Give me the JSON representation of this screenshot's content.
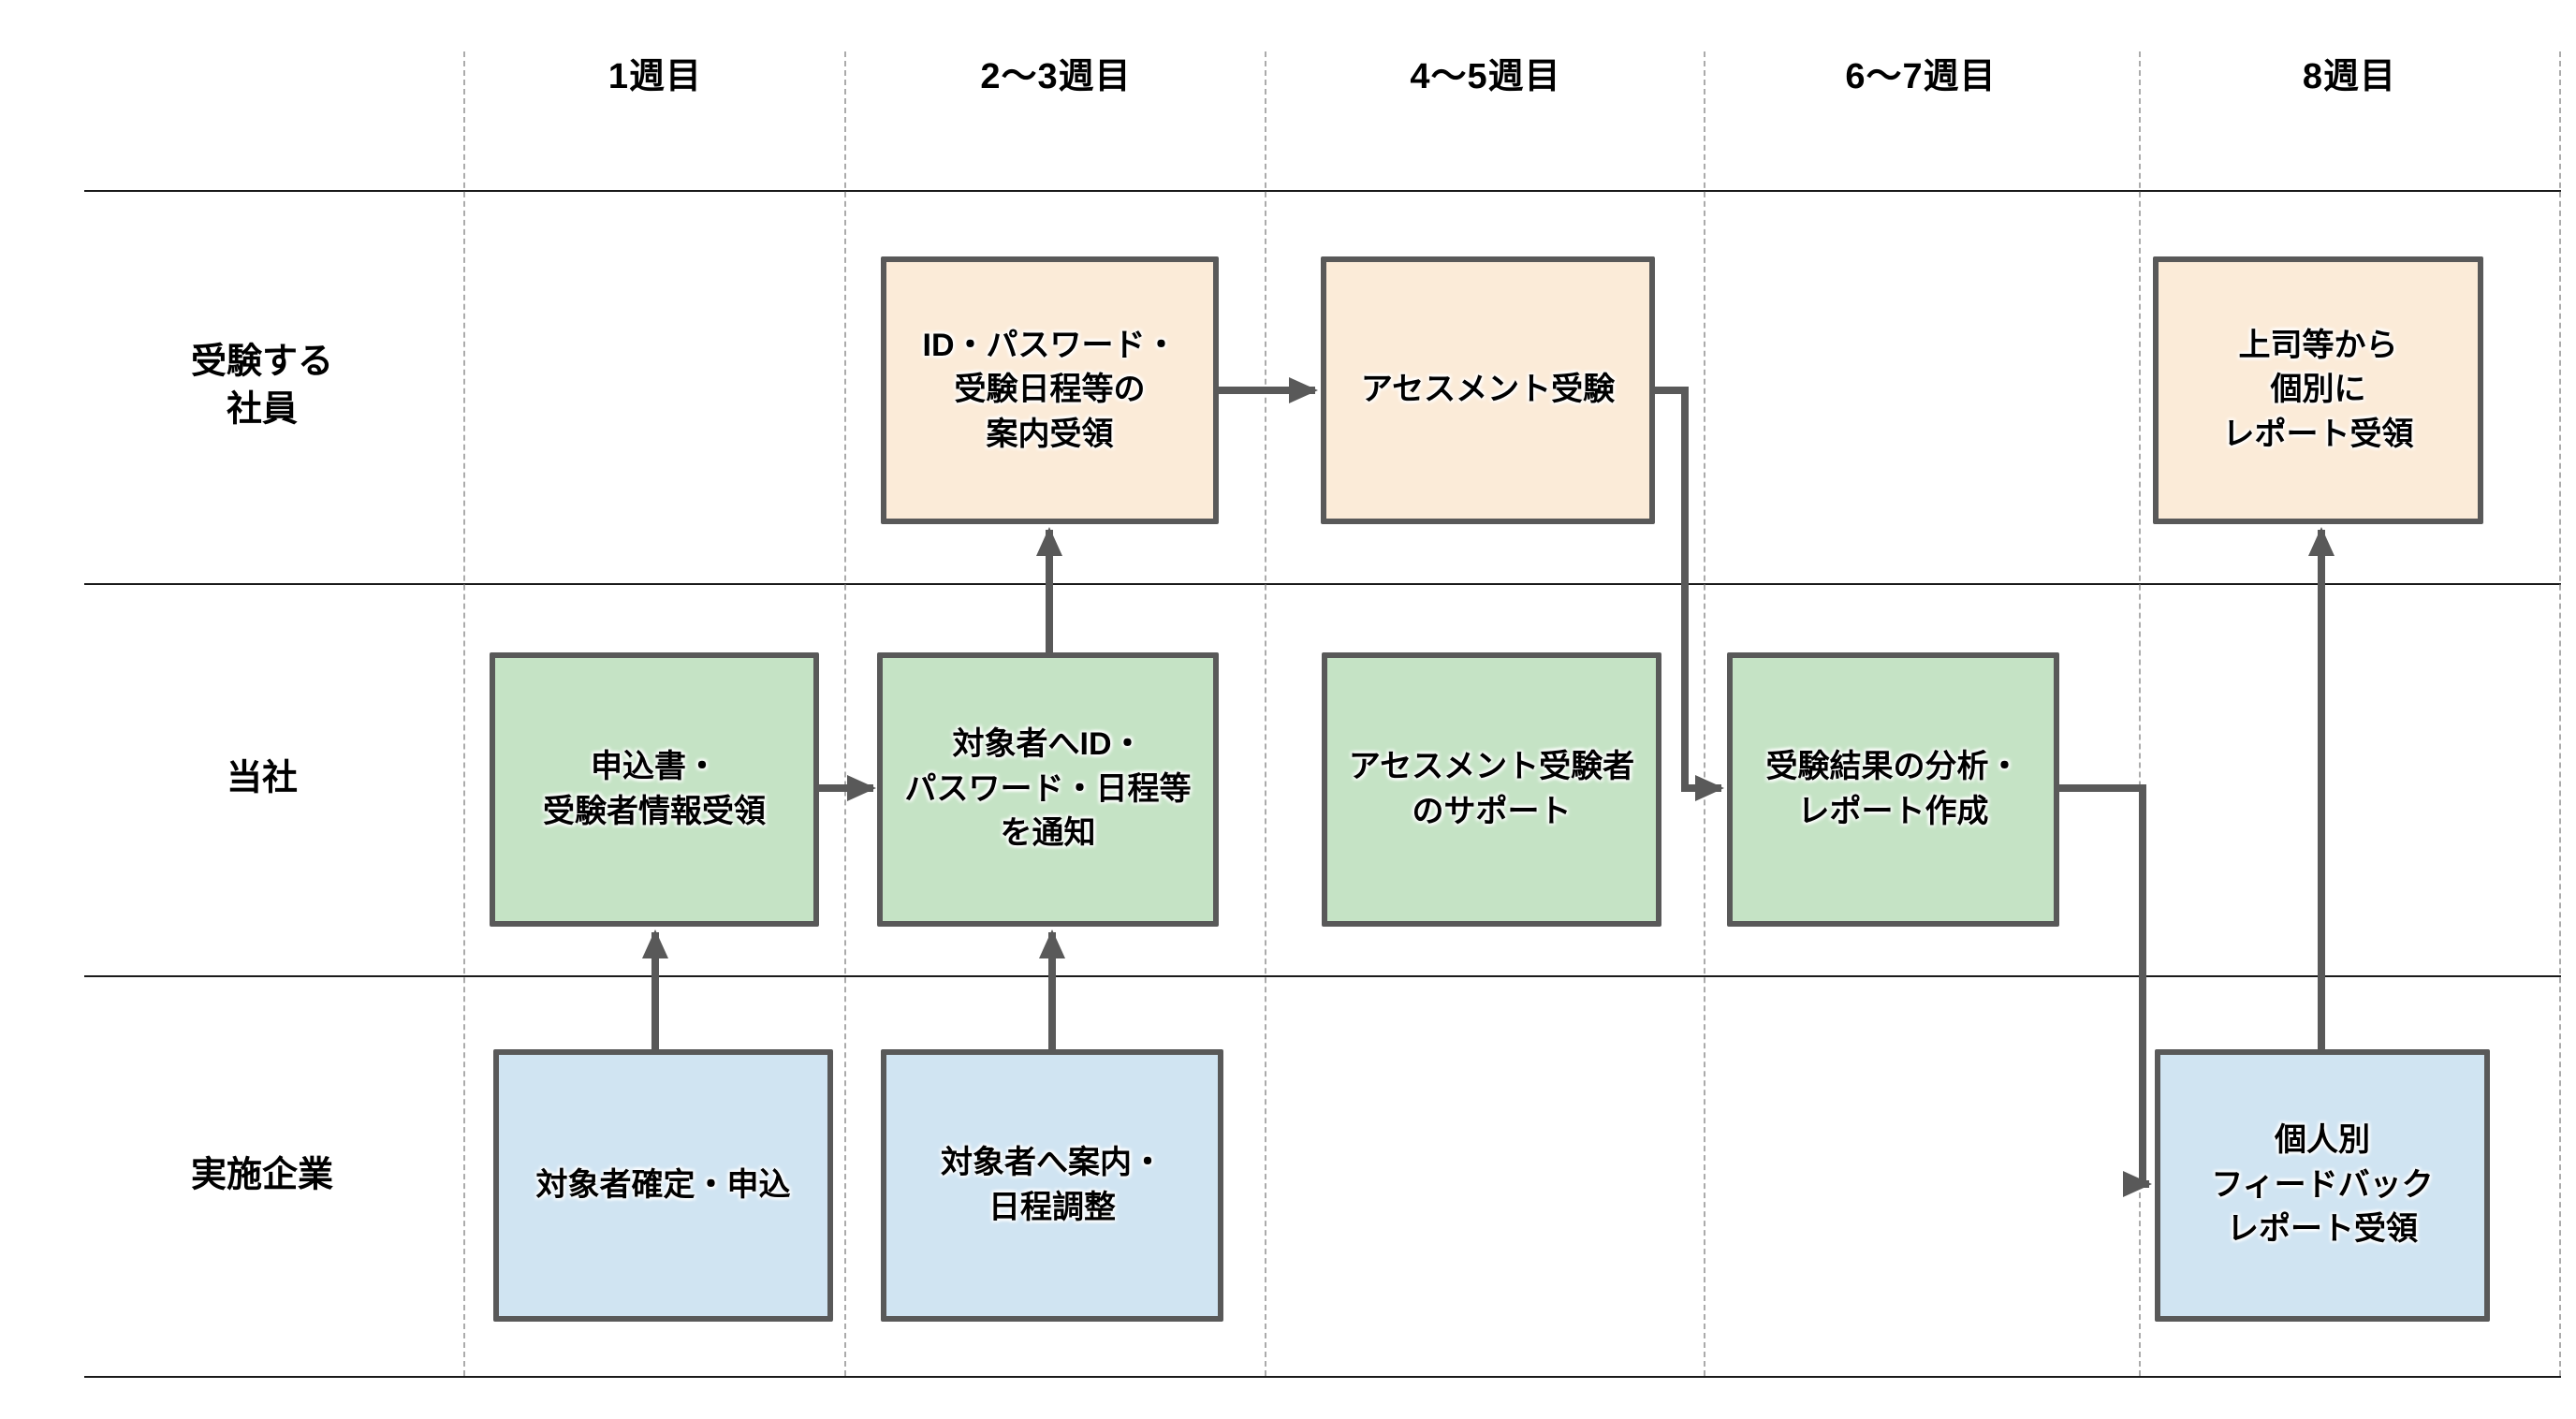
{
  "columns": [
    {
      "label": "1週目"
    },
    {
      "label": "2〜3週目"
    },
    {
      "label": "4〜5週目"
    },
    {
      "label": "6〜7週目"
    },
    {
      "label": "8週目"
    }
  ],
  "lanes": [
    {
      "label": "受験する\n社員"
    },
    {
      "label": "当社"
    },
    {
      "label": "実施企業"
    }
  ],
  "boxes": [
    {
      "label": "ID・パスワード・\n受験日程等の\n案内受領",
      "type": "orange",
      "lane": "受験する社員",
      "column": "2〜3週目"
    },
    {
      "label": "アセスメント受験",
      "type": "orange",
      "lane": "受験する社員",
      "column": "4〜5週目"
    },
    {
      "label": "上司等から\n個別に\nレポート受領",
      "type": "orange",
      "lane": "受験する社員",
      "column": "8週目"
    },
    {
      "label": "申込書・\n受験者情報受領",
      "type": "green",
      "lane": "当社",
      "column": "1週目"
    },
    {
      "label": "対象者へID・\nパスワード・日程等\nを通知",
      "type": "green",
      "lane": "当社",
      "column": "2〜3週目"
    },
    {
      "label": "アセスメント受験者\nのサポート",
      "type": "green",
      "lane": "当社",
      "column": "4〜5週目"
    },
    {
      "label": "受験結果の分析・\nレポート作成",
      "type": "green",
      "lane": "当社",
      "column": "6〜7週目"
    },
    {
      "label": "対象者確定・申込",
      "type": "blue",
      "lane": "実施企業",
      "column": "1週目"
    },
    {
      "label": "対象者へ案内・\n日程調整",
      "type": "blue",
      "lane": "実施企業",
      "column": "2〜3週目"
    },
    {
      "label": "個人別\nフィードバック\nレポート受領",
      "type": "blue",
      "lane": "実施企業",
      "column": "8週目"
    }
  ],
  "arrows": [
    {
      "from": "対象者確定・申込",
      "to": "申込書・受験者情報受領"
    },
    {
      "from": "申込書・受験者情報受領",
      "to": "対象者へID・パスワード・日程等を通知"
    },
    {
      "from": "対象者へ案内・日程調整",
      "to": "対象者へID・パスワード・日程等を通知"
    },
    {
      "from": "対象者へID・パスワード・日程等を通知",
      "to": "ID・パスワード・受験日程等の案内受領"
    },
    {
      "from": "ID・パスワード・受験日程等の案内受領",
      "to": "アセスメント受験"
    },
    {
      "from": "アセスメント受験",
      "to": "受験結果の分析・レポート作成"
    },
    {
      "from": "受験結果の分析・レポート作成",
      "to": "個人別フィードバックレポート受領"
    },
    {
      "from": "個人別フィードバックレポート受領",
      "to": "上司等から個別にレポート受領"
    }
  ],
  "colors": {
    "orange_fill": "#FBEBD8",
    "green_fill": "#C5E3C5",
    "blue_fill": "#D0E4F2",
    "box_border": "#595959",
    "arrow": "#595959",
    "lane_line": "#1a1a1a",
    "column_divider": "#ababab"
  }
}
